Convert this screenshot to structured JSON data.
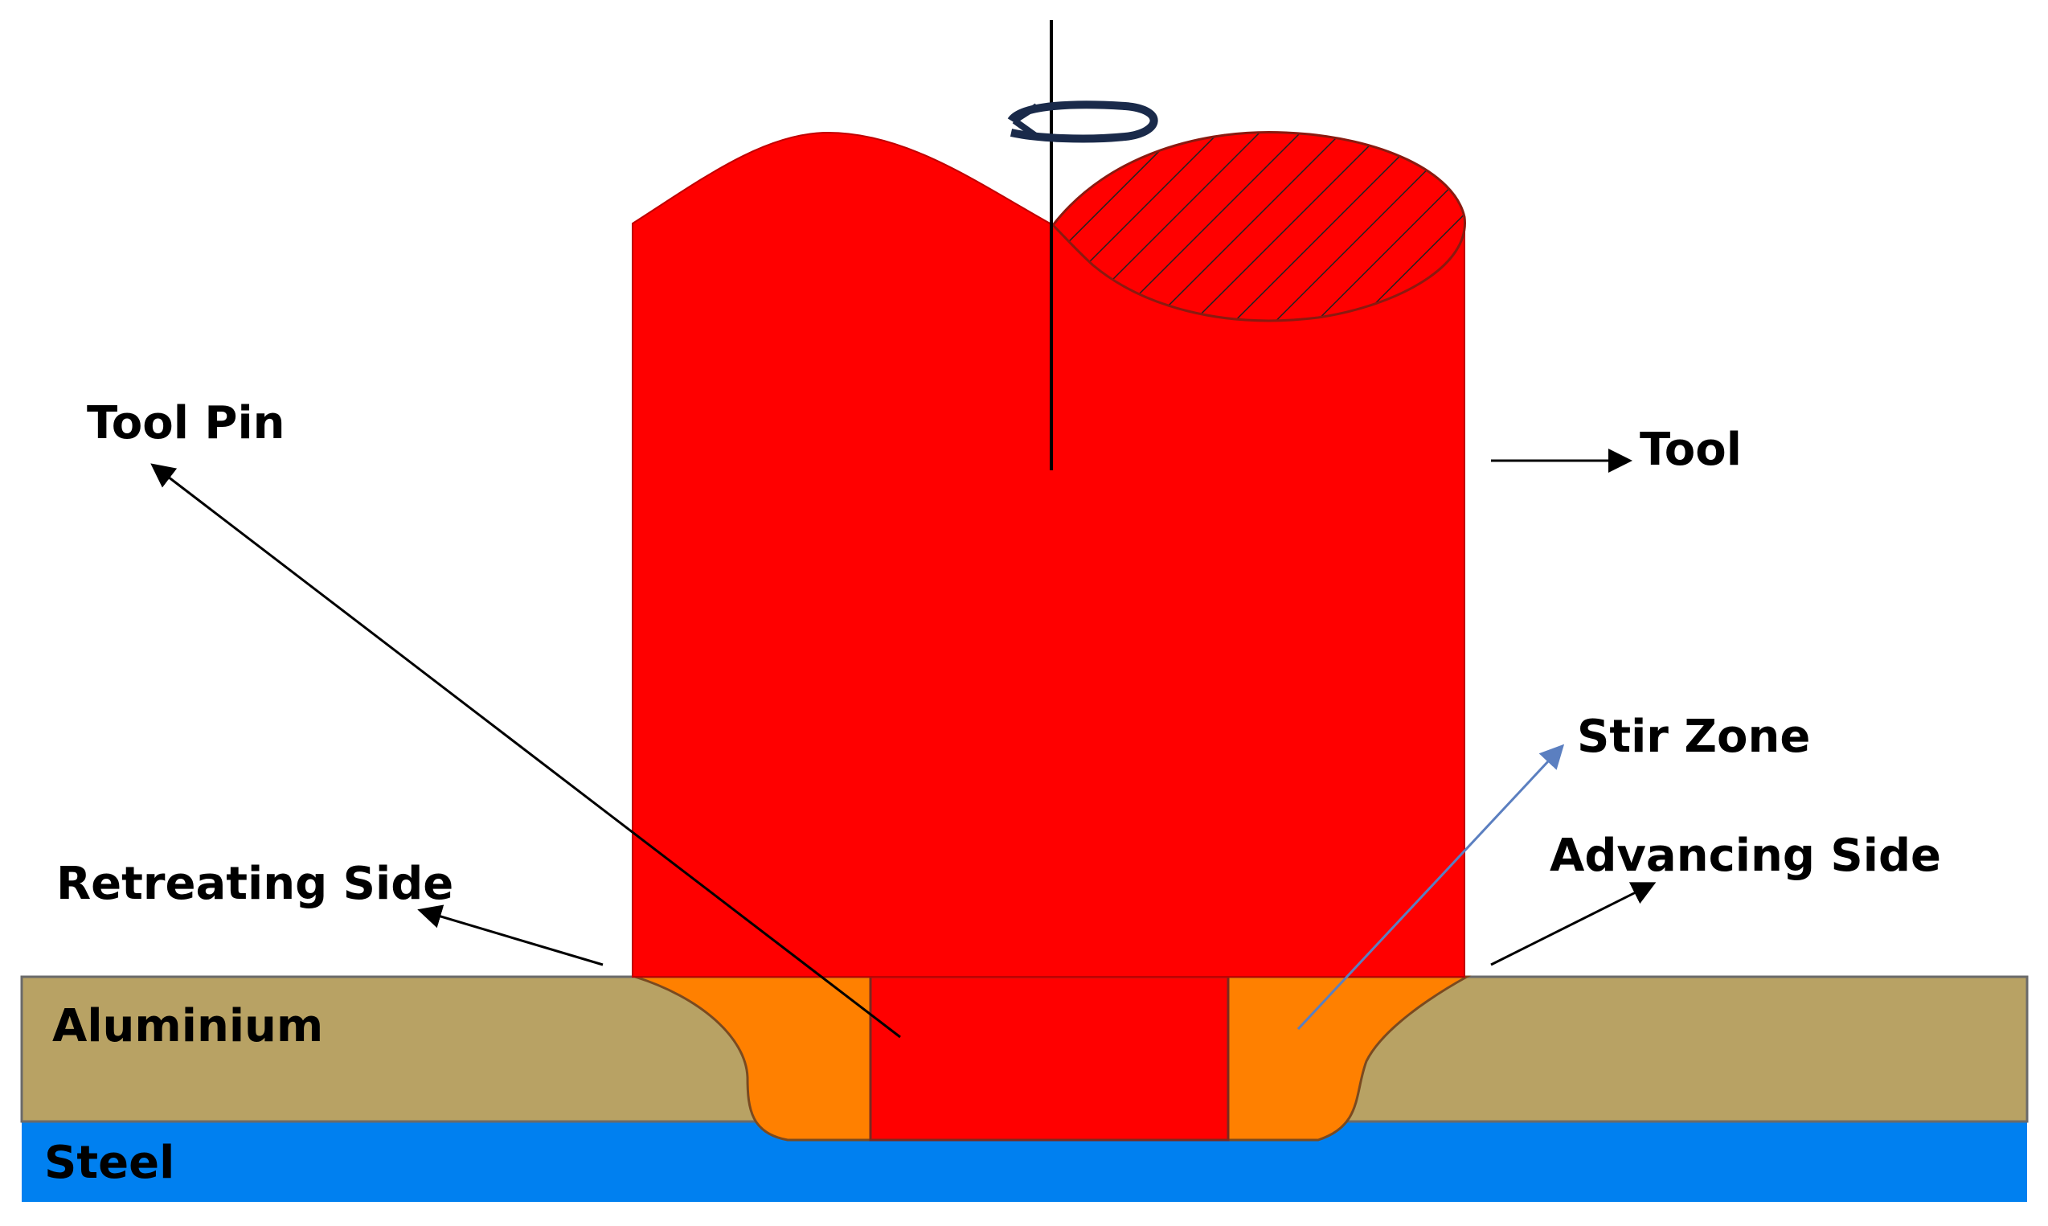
{
  "labels": {
    "tool_pin": "Tool Pin",
    "tool": "Tool",
    "stir_zone": "Stir Zone",
    "advancing_side": "Advancing Side",
    "retreating_side": "Retreating Side",
    "aluminium": "Aluminium",
    "steel": "Steel"
  },
  "colors": {
    "tool": "#ff0000",
    "stir_zone": "#ff8000",
    "aluminium": "#b8a264",
    "steel": "#0080f0",
    "arrow": "#000000",
    "stir_zone_arrow": "#5b7fc0"
  },
  "icons": {
    "rotation": "rotation-arrow-icon"
  }
}
